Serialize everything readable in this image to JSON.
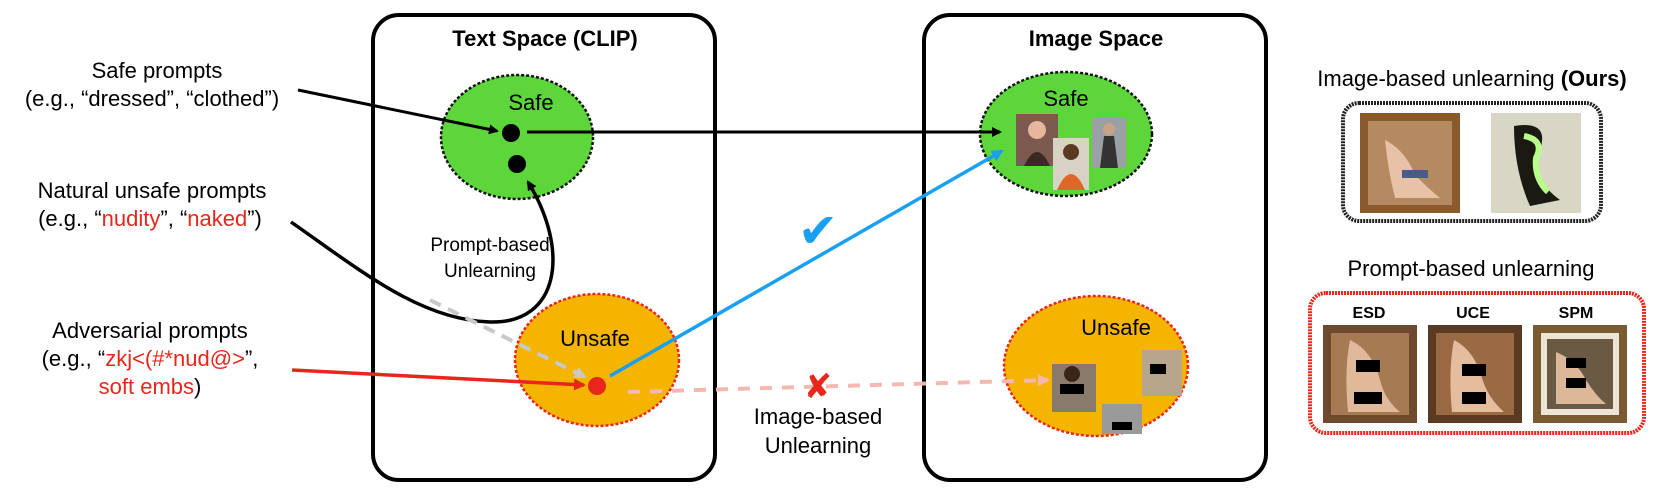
{
  "left_labels": {
    "safe": {
      "title": "Safe prompts",
      "example": "(e.g., “dressed”, “clothed”)"
    },
    "natural": {
      "title": "Natural unsafe prompts",
      "ex_prefix": "(e.g., “",
      "ex_word1": "nudity",
      "ex_mid": "”, “",
      "ex_word2": "naked",
      "ex_suffix": "”)"
    },
    "adversarial": {
      "title": "Adversarial prompts",
      "ex_prefix": "(e.g., “",
      "ex_word1": "zkj<(#*nud@>",
      "ex_suffix": "”,",
      "line3_word": "soft embs",
      "line3_suffix": ")"
    }
  },
  "text_space": {
    "title": "Text Space (CLIP)",
    "safe_label": "Safe",
    "unsafe_label": "Unsafe",
    "prompt_unlearning": [
      "Prompt-based",
      "Unlearning"
    ]
  },
  "image_space": {
    "title": "Image Space",
    "safe_label": "Safe",
    "unsafe_label": "Unsafe"
  },
  "middle": {
    "image_unlearning": [
      "Image-based",
      "Unlearning"
    ],
    "check": "✔",
    "cross": "✘"
  },
  "right": {
    "ours_title_prefix": "Image-based unlearning ",
    "ours_title_bold": "(Ours)",
    "prompt_title": "Prompt-based unlearning",
    "methods": [
      "ESD",
      "UCE",
      "SPM"
    ]
  },
  "colors": {
    "safe_green": "#5cd63a",
    "unsafe_orange": "#f5b400",
    "arrow_blue": "#1aa0f0",
    "accent_red": "#e8261c",
    "ours_border": "#222222",
    "prompt_border": "#e8261c"
  }
}
